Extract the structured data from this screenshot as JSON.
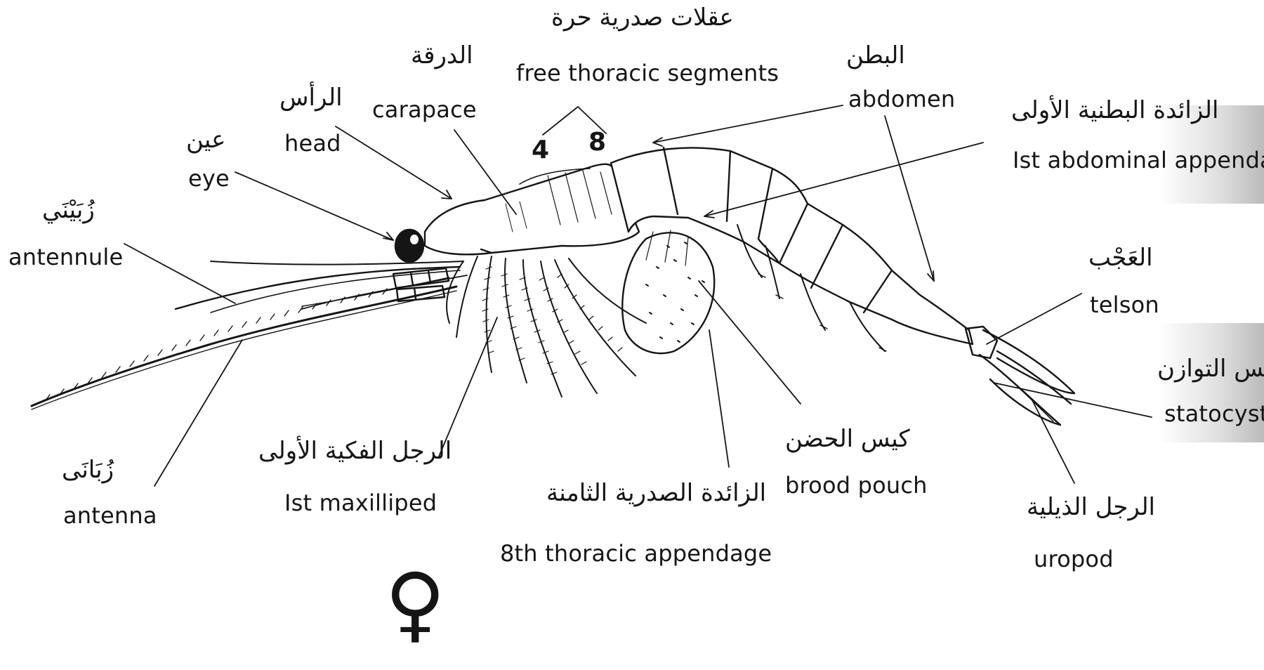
{
  "labels": {
    "eye": {
      "ar": "عين",
      "en": "eye"
    },
    "head": {
      "ar": "الرأس",
      "en": "head"
    },
    "carapace": {
      "ar": "الدرقة",
      "en": "carapace"
    },
    "free_thoracic": {
      "ar": "عقلات صدرية حرة",
      "en": "free thoracic segments",
      "n1": "4",
      "n2": "8"
    },
    "abdomen": {
      "ar": "البطن",
      "en": "abdomen"
    },
    "abdominal_appendage": {
      "ar": "الزائدة البطنية الأولى",
      "en": "Ist abdominal appendage"
    },
    "antennule": {
      "ar": "زُبَيْنَي",
      "en": "antennule"
    },
    "telson": {
      "ar": "العَجْب",
      "en": "telson"
    },
    "statocyst": {
      "ar": "كيس التوازن",
      "en": "statocyst"
    },
    "antenna": {
      "ar": "زُبَانَى",
      "en": "antenna"
    },
    "maxilliped": {
      "ar": "الرجل الفكية الأولى",
      "en": "Ist maxilliped"
    },
    "thoracic_appendage": {
      "ar": "الزائدة الصدرية الثامنة",
      "en": "8th thoracic appendage"
    },
    "brood_pouch": {
      "ar": "كيس الحضن",
      "en": "brood pouch"
    },
    "uropod": {
      "ar": "الرجل الذيلية",
      "en": "uropod"
    }
  },
  "symbol": "♀",
  "colors": {
    "ink": "#151515",
    "shade": "#b5b5b5"
  }
}
